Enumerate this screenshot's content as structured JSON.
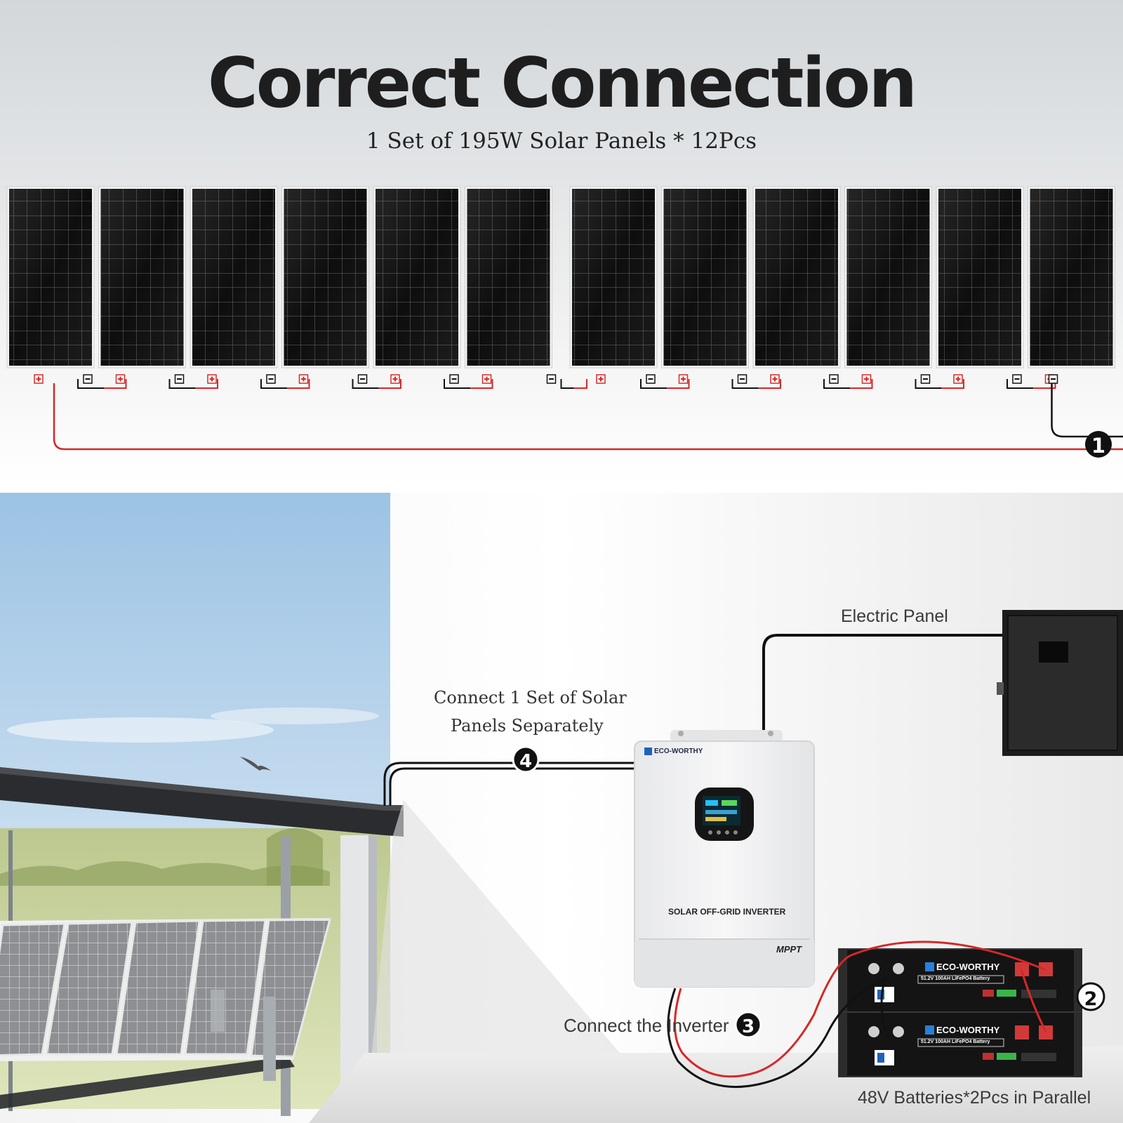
{
  "title": "Correct Connection",
  "subtitle": "1 Set of 195W Solar Panels * 12Pcs",
  "panel_count": 12,
  "steps": [
    {
      "number": "1"
    },
    {
      "number": "2"
    },
    {
      "number": "3"
    },
    {
      "number": "4"
    }
  ],
  "labels": {
    "electric_panel": "Electric Panel",
    "solar_connect_line1": "Connect 1 Set of Solar",
    "solar_connect_line2": "Panels Separately",
    "inverter_connect": "Connect the Inverter",
    "batteries": "48V Batteries*2Pcs in Parallel"
  },
  "inverter": {
    "brand": "ECO-WORTHY",
    "name": "SOLAR OFF-GRID INVERTER",
    "badge": "MPPT"
  },
  "battery": {
    "brand": "ECO-WORTHY",
    "spec": "51.2V 100AH LiFePO4 Battery"
  },
  "colors": {
    "positive_wire": "#d62828",
    "negative_wire": "#111111",
    "panel_cell": "#0d0d0d",
    "inverter_body": "#f1f2f3",
    "battery_body": "#151515"
  }
}
